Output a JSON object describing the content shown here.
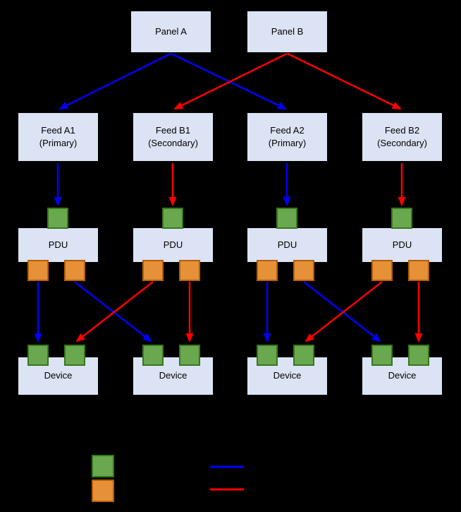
{
  "diagram": {
    "panels": [],
    "feeds": [
      {
        "name": "Feed A1",
        "role": "(Primary)"
      },
      {
        "name": "Feed B1",
        "role": "(Secondary)"
      },
      {
        "name": "Feed A2",
        "role": "(Primary)"
      },
      {
        "name": "Feed B2",
        "role": "(Secondary)"
      }
    ],
    "pdus": [
      {
        "label": "PDU"
      },
      {
        "label": "PDU"
      },
      {
        "label": "PDU"
      },
      {
        "label": "PDU"
      }
    ],
    "devices": [
      {
        "label": "Device"
      },
      {
        "label": "Device"
      },
      {
        "label": "Device"
      },
      {
        "label": "Device"
      }
    ],
    "edges": [
      {
        "from": "Panel A",
        "to": "Feed A1",
        "type": "blue"
      },
      {
        "from": "Panel A",
        "to": "Feed A2",
        "type": "blue"
      },
      {
        "from": "Panel B",
        "to": "Feed B1",
        "type": "red"
      },
      {
        "from": "Panel B",
        "to": "Feed B2",
        "type": "red"
      },
      {
        "from": "Feed A1",
        "to": "PDU-1 input port",
        "type": "blue"
      },
      {
        "from": "Feed B1",
        "to": "PDU-2 input port",
        "type": "red"
      },
      {
        "from": "Feed A2",
        "to": "PDU-3 input port",
        "type": "blue"
      },
      {
        "from": "Feed B2",
        "to": "PDU-4 input port",
        "type": "red"
      },
      {
        "from": "PDU-1 output left",
        "to": "Device-1 input left",
        "type": "blue"
      },
      {
        "from": "PDU-1 output right",
        "to": "Device-2 input left",
        "type": "blue"
      },
      {
        "from": "PDU-2 output left",
        "to": "Device-1 input right",
        "type": "red"
      },
      {
        "from": "PDU-2 output right",
        "to": "Device-2 input right",
        "type": "red"
      },
      {
        "from": "PDU-3 output left",
        "to": "Device-3 input left",
        "type": "blue"
      },
      {
        "from": "PDU-3 output right",
        "to": "Device-4 input left",
        "type": "blue"
      },
      {
        "from": "PDU-4 output left",
        "to": "Device-3 input right",
        "type": "red"
      },
      {
        "from": "PDU-4 output right",
        "to": "Device-4 input right",
        "type": "red"
      }
    ]
  },
  "legend": {
    "swatches": [
      {
        "icon": "green-port-swatch"
      },
      {
        "icon": "orange-port-swatch"
      }
    ],
    "lines": [
      {
        "icon": "blue-path-line"
      },
      {
        "icon": "red-path-line"
      }
    ]
  },
  "colors": {
    "background": "#000000",
    "box-fill": "#dbe3f5",
    "box-border": "#000000",
    "text": "#000000",
    "green-fill": "#6aa84f",
    "green-border": "#38761d",
    "orange-fill": "#e69138",
    "orange-border": "#b45f06",
    "blue": "#0000ff",
    "red": "#ff0000"
  }
}
